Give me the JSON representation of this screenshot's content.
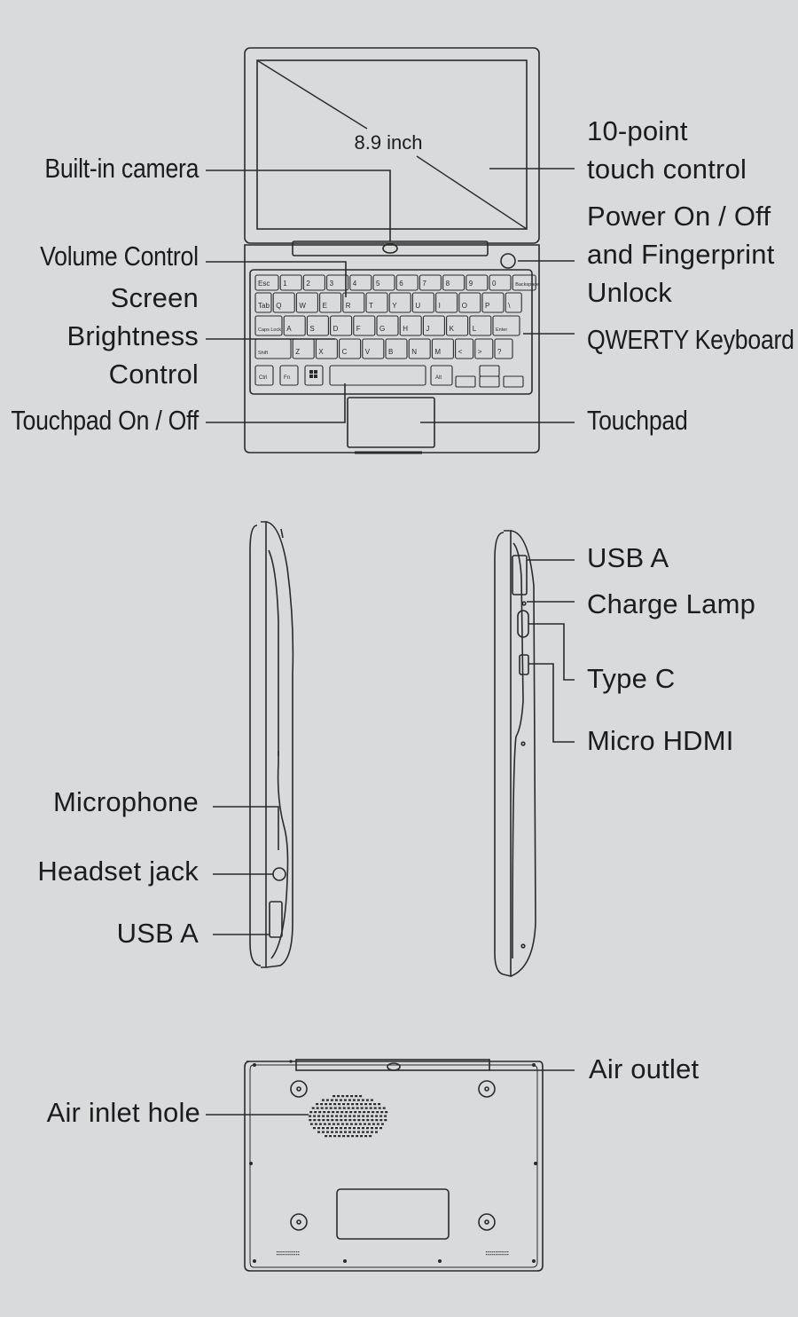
{
  "labels": {
    "screen_size": "8.9 inch",
    "camera": "Built-in camera",
    "volume": "Volume Control",
    "brightness": [
      "Screen",
      "Brightness",
      "Control"
    ],
    "touchpad_toggle": "Touchpad On / Off",
    "touch": [
      "10-point",
      "touch control"
    ],
    "power": [
      "Power On / Off",
      "and Fingerprint",
      "Unlock"
    ],
    "keyboard": "QWERTY Keyboard",
    "touchpad": "Touchpad",
    "usb_a_right": "USB A",
    "charge_lamp": "Charge Lamp",
    "type_c": "Type C",
    "micro_hdmi": "Micro HDMI",
    "microphone": "Microphone",
    "headset": "Headset jack",
    "usb_a_left": "USB A",
    "air_outlet": "Air outlet",
    "air_inlet": "Air inlet hole"
  },
  "keyboard": {
    "row1": [
      "Esc",
      "1",
      "2",
      "3",
      "4",
      "5",
      "6",
      "7",
      "8",
      "9",
      "0",
      "Backspace"
    ],
    "row2": [
      "Tab",
      "Q",
      "W",
      "E",
      "R",
      "T",
      "Y",
      "U",
      "I",
      "O",
      "P",
      "\\"
    ],
    "row3": [
      "Caps Lock",
      "A",
      "S",
      "D",
      "F",
      "G",
      "H",
      "J",
      "K",
      "L",
      "Enter"
    ],
    "row4": [
      "Shift",
      "Z",
      "X",
      "C",
      "V",
      "B",
      "N",
      "M",
      "<",
      ">",
      "?"
    ],
    "row5": [
      "Ctrl",
      "Fn",
      "Alt"
    ]
  },
  "colors": {
    "background": "#d9dadb",
    "line": "#2a2a2a"
  }
}
